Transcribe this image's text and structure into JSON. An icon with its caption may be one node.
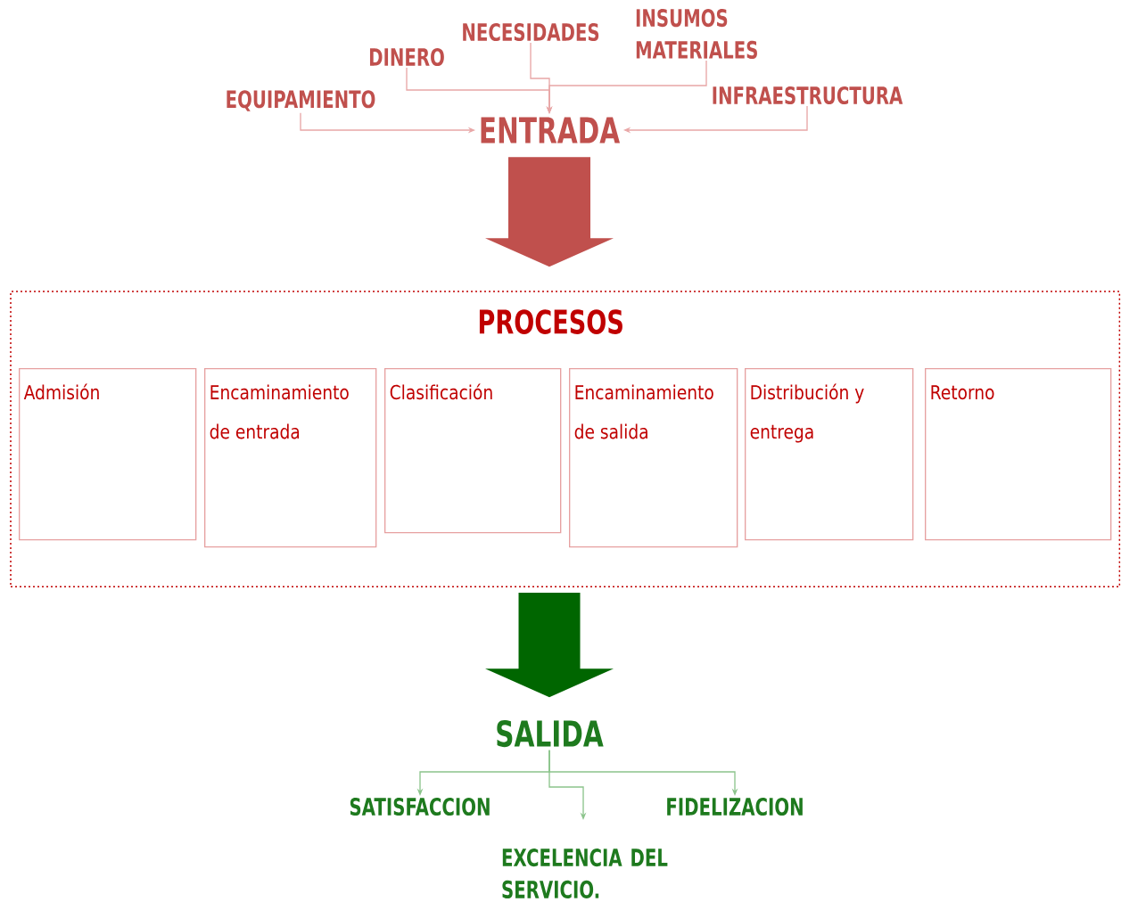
{
  "diagram": {
    "nodes": [
      {
        "text": [
          "EQUIPAMIENTO"
        ]
      },
      {
        "text": [
          "DINERO"
        ]
      },
      {
        "text": [
          "NECESIDADES"
        ]
      },
      {
        "text": [
          "INSUMOS MATERIALES"
        ]
      },
      {
        "text": [
          "INFRAESTRUCTURA"
        ]
      },
      {
        "text": [
          "ENTRADA"
        ]
      },
      {
        "text": [
          "PROCESOS"
        ]
      },
      {
        "text": [
          "Admisión"
        ],
        "in": 6
      },
      {
        "text": [
          "Encaminamiento de entrada"
        ],
        "in": 6
      },
      {
        "text": [
          "Clasificación"
        ],
        "in": 6
      },
      {
        "text": [
          "Encaminamiento de salida"
        ],
        "in": 6
      },
      {
        "text": [
          "Distribución y entrega"
        ],
        "in": 6
      },
      {
        "text": [
          "Retorno"
        ],
        "in": 6
      },
      {
        "text": [
          "SALIDA"
        ]
      },
      {
        "text": [
          "SATISFACCION"
        ]
      },
      {
        "text": [
          "EXCELENCIA DEL SERVICIO."
        ]
      },
      {
        "text": [
          "FIDELIZACION"
        ]
      }
    ],
    "edges": [
      {
        "from": 0,
        "to": 5,
        "arrow": "to"
      },
      {
        "from": 1,
        "to": 5,
        "arrow": "to"
      },
      {
        "from": 2,
        "to": 5,
        "arrow": "to"
      },
      {
        "from": 3,
        "to": 5,
        "arrow": "to"
      },
      {
        "from": 4,
        "to": 5,
        "arrow": "to"
      },
      {
        "from": 5,
        "to": 6,
        "arrow": "to",
        "style": "thick",
        "color": "#c0504d"
      },
      {
        "from": 6,
        "to": 13,
        "arrow": "to",
        "style": "thick",
        "color": "#006600"
      },
      {
        "from": 13,
        "to": 14,
        "arrow": "to",
        "color": "#8cc48c"
      },
      {
        "from": 13,
        "to": 15,
        "arrow": "to",
        "color": "#8cc48c"
      },
      {
        "from": 13,
        "to": 16,
        "arrow": "to",
        "color": "#8cc48c"
      }
    ]
  }
}
